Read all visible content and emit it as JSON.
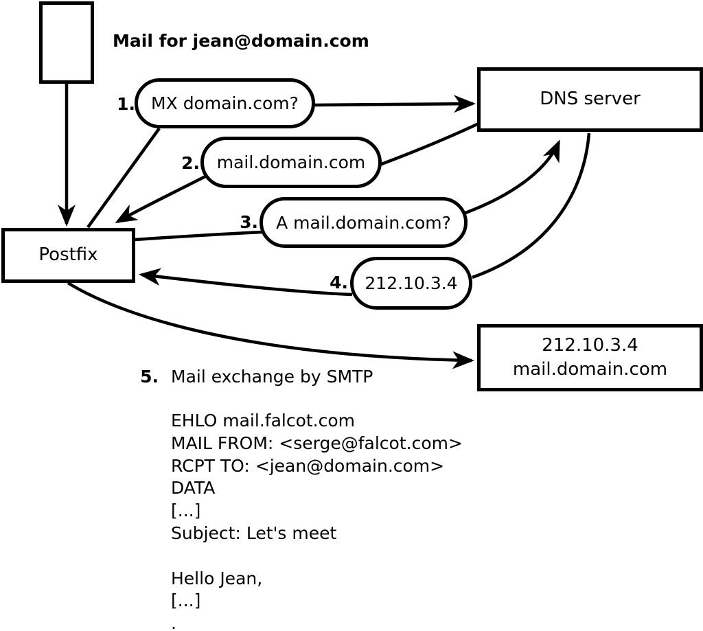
{
  "diagram": {
    "annotation": "Mail for jean@domain.com",
    "nodes": {
      "postfix": {
        "label": "Postfix"
      },
      "dns_server": {
        "label": "DNS server"
      },
      "mail_server": {
        "line1": "212.10.3.4",
        "line2": "mail.domain.com"
      }
    },
    "steps": [
      {
        "num": "1.",
        "label": "MX domain.com?"
      },
      {
        "num": "2.",
        "label": "mail.domain.com"
      },
      {
        "num": "3.",
        "label": "A mail.domain.com?"
      },
      {
        "num": "4.",
        "label": "212.10.3.4"
      },
      {
        "num": "5.",
        "label": "Mail exchange by SMTP"
      }
    ],
    "smtp_transcript": {
      "lines": [
        "EHLO mail.falcot.com",
        "MAIL FROM: <serge@falcot.com>",
        "RCPT TO: <jean@domain.com>",
        "DATA",
        "[...]",
        "Subject: Let's meet",
        "",
        "Hello Jean,",
        "[...]",
        "."
      ]
    },
    "colors": {
      "stroke": "#000000",
      "background": "#ffffff"
    }
  }
}
